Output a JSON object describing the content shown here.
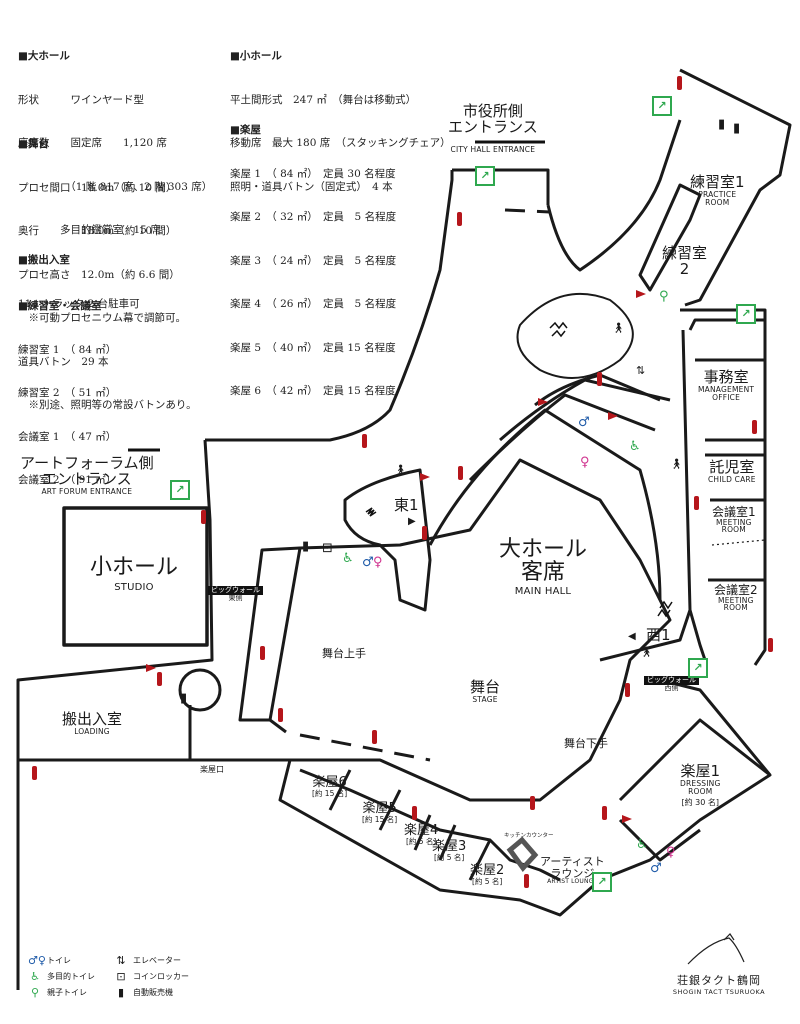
{
  "specs": {
    "main_hall": {
      "heading": "■大ホール",
      "lines": [
        "形状　　　ワインヤード型",
        "座席数　　固定席　　1,120 席",
        "　　　　　（1 階 817 席、2 階 303 席）",
        "　　　　多目的鑑賞室　15 席"
      ]
    },
    "stage": {
      "heading": "■舞台",
      "lines": [
        "プロセ間口　18.0m（約 10 間）",
        "奥行　　　　18.0m（約 10 間）",
        "プロセ高さ　12.0m（約 6.6 間）",
        "　※可動プロセニウム幕で調節可。",
        "道具バトン　29 本",
        "　※別途、照明等の常設バトンあり。"
      ]
    },
    "loading": {
      "heading": "■搬出入室",
      "lines": [
        "11 t トラック 2 台駐車可"
      ]
    },
    "rooms": {
      "heading": "■練習室・会議室",
      "lines": [
        "練習室 1　（ 84 ㎡）",
        "練習室 2　（ 51 ㎡）",
        "会議室 1　（ 47 ㎡）",
        "会議室 2　（ 91 ㎡）"
      ]
    },
    "small_hall": {
      "heading": "■小ホール",
      "lines": [
        "平土間形式　247 ㎡　（舞台は移動式）",
        "移動席　最大 180 席　（スタッキングチェア）",
        "照明・道具バトン（固定式）　4 本"
      ]
    },
    "dressing": {
      "heading": "■楽屋",
      "lines": [
        "楽屋 1　（ 84 ㎡）　定員 30 名程度",
        "楽屋 2　（ 32 ㎡）　定員　5 名程度",
        "楽屋 3　（ 24 ㎡）　定員　5 名程度",
        "楽屋 4　（ 26 ㎡）　定員　5 名程度",
        "楽屋 5　（ 40 ㎡）　定員 15 名程度",
        "楽屋 6　（ 42 ㎡）　定員 15 名程度"
      ]
    }
  },
  "map": {
    "city_hall_entrance": {
      "jp1": "市役所側",
      "jp2": "エントランス",
      "en": "CITY HALL ENTRANCE"
    },
    "art_forum_entrance": {
      "jp1": "アートフォーラム側",
      "jp2": "エントランス",
      "en": "ART FORUM ENTRANCE"
    },
    "studio": {
      "jp": "小ホール",
      "en": "STUDIO"
    },
    "main_hall": {
      "jp1": "大ホール",
      "jp2": "客席",
      "en": "MAIN HALL"
    },
    "stage": {
      "jp": "舞台",
      "en": "STAGE"
    },
    "stage_left": "舞台上手",
    "stage_right": "舞台下手",
    "loading": {
      "jp": "搬出入室",
      "en": "LOADING"
    },
    "gakuyaguchi": "楽屋口",
    "practice1": {
      "jp": "練習室1",
      "en1": "PRACTICE",
      "en2": "ROOM"
    },
    "practice2": {
      "jp1": "練習室",
      "jp2": "2"
    },
    "office": {
      "jp": "事務室",
      "en1": "MANAGEMENT",
      "en2": "OFFICE"
    },
    "childcare": {
      "jp": "託児室",
      "en": "CHILD CARE"
    },
    "meeting1": {
      "jp": "会議室1",
      "en1": "MEETING",
      "en2": "ROOM"
    },
    "meeting2": {
      "jp": "会議室2",
      "en1": "MEETING",
      "en2": "ROOM"
    },
    "east1": "東1",
    "west1": "西1",
    "big_wall_east": {
      "line1": "ビッグウォール",
      "line2": "東側"
    },
    "big_wall_west": {
      "line1": "ビッグウォール",
      "line2": "西側"
    },
    "dressing1": {
      "jp": "楽屋1",
      "en1": "DRESSING",
      "en2": "ROOM",
      "cap": "[約 30 名]"
    },
    "dressing2": {
      "jp": "楽屋2",
      "cap": "[約 5 名]"
    },
    "dressing3": {
      "jp": "楽屋3",
      "cap": "[約 5 名]"
    },
    "dressing4": {
      "jp": "楽屋4",
      "cap": "[約 5 名]"
    },
    "dressing5": {
      "jp": "楽屋5",
      "cap": "[約 15 名]"
    },
    "dressing6": {
      "jp": "楽屋6",
      "cap": "[約 15 名]"
    },
    "artist_lounge": {
      "jp1": "アーティスト",
      "jp2": "ラウンジ",
      "en": "ARTIST LOUNGE"
    },
    "kitchen_counter": "キッチンカウンター"
  },
  "legend": {
    "toilet": "トイレ",
    "accessible_toilet": "多目的トイレ",
    "family_toilet": "親子トイレ",
    "elevator": "エレベーター",
    "coin_locker": "コインロッカー",
    "vending": "自動販売機"
  },
  "logo": {
    "jp": "荘銀タクト鶴岡",
    "en": "SHOGIN TACT TSURUOKA"
  },
  "colors": {
    "exit_green": "#2fa84f",
    "extinguisher_red": "#b5161b",
    "toilet_blue": "#1e5aa8",
    "toilet_pink": "#d0348f",
    "accessible_green": "#2fa84f"
  }
}
